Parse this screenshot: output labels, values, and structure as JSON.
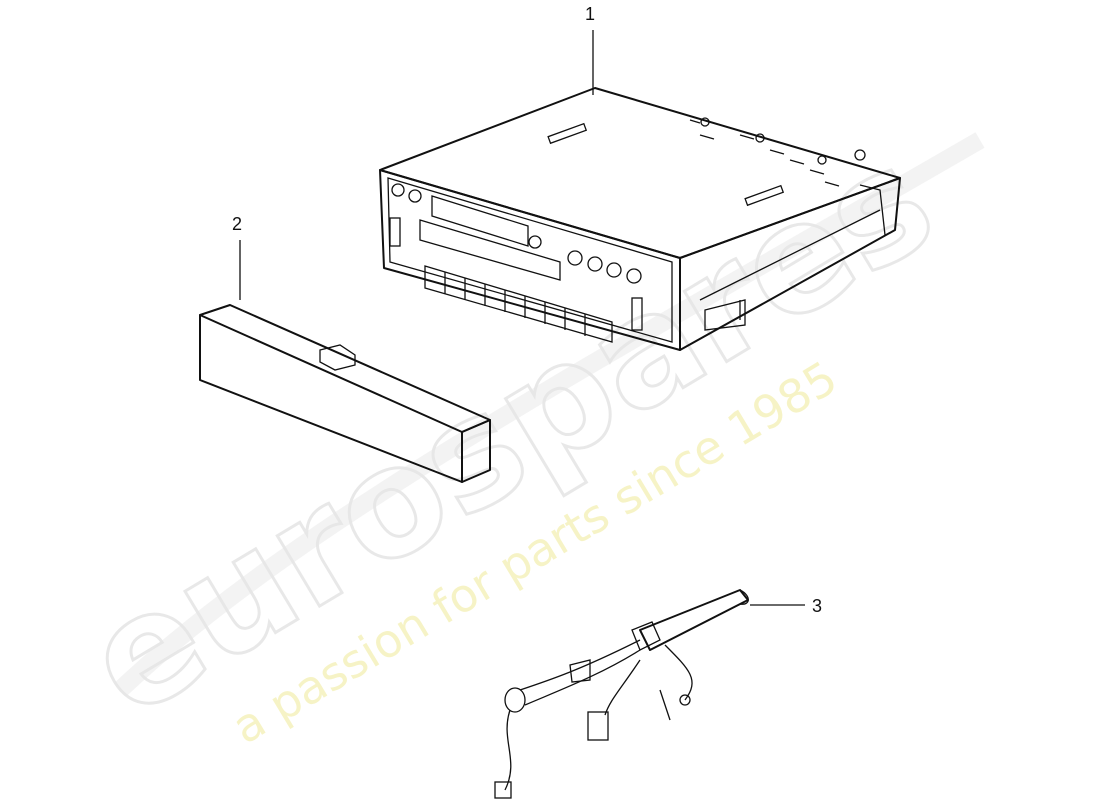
{
  "diagram": {
    "callouts": [
      {
        "id": "1",
        "label": "1"
      },
      {
        "id": "2",
        "label": "2"
      },
      {
        "id": "3",
        "label": "3"
      }
    ],
    "parts": [
      "radio-unit",
      "cover-panel",
      "wiring-harness"
    ]
  },
  "watermark": {
    "logo": "eurospares",
    "tagline": "a passion for parts since 1985",
    "colors": {
      "logo": "#e6e6e6",
      "tagline": "#f4f0b4"
    }
  }
}
